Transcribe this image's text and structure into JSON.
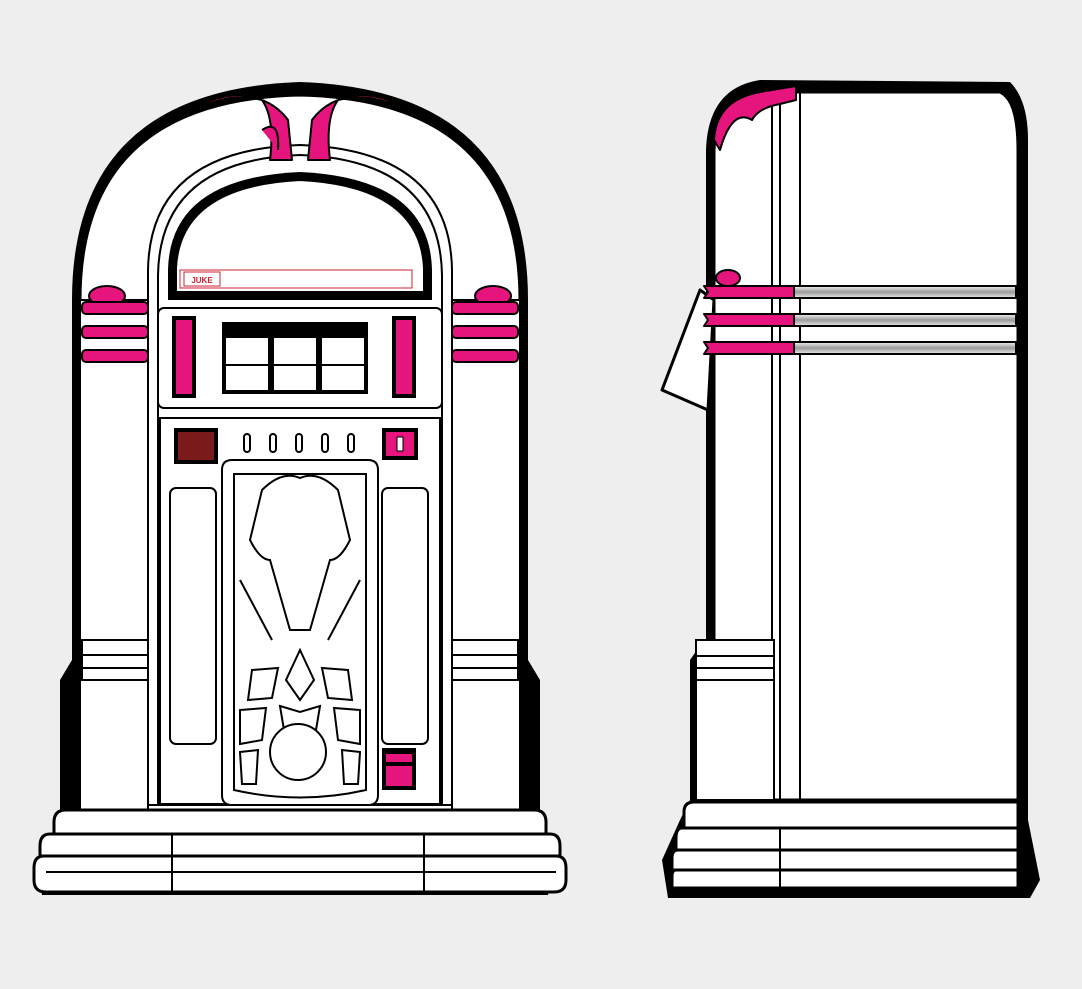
{
  "illustration": {
    "views": [
      {
        "name": "front-view"
      },
      {
        "name": "side-view"
      }
    ],
    "colors": {
      "background": "#eeeeee",
      "accent": "#e6157e",
      "dark_red": "#7a1a1a",
      "outline": "#000000",
      "chrome": "#b8b8b8",
      "body": "#ffffff"
    },
    "logo_text": "JUKE"
  }
}
